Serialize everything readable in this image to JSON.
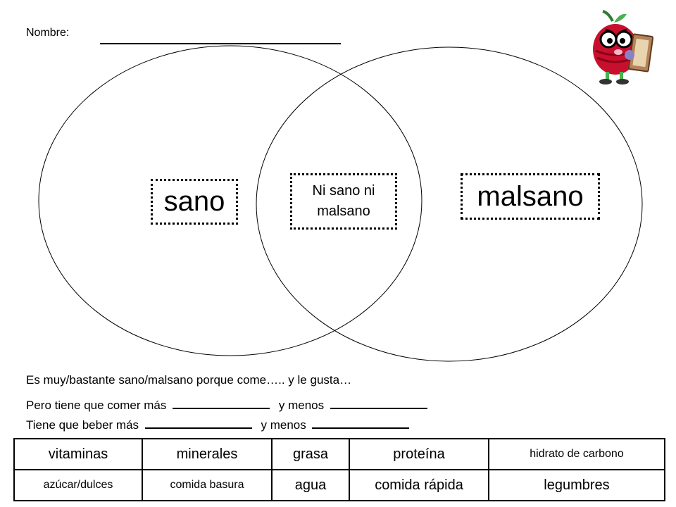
{
  "header": {
    "name_label": "Nombre:"
  },
  "venn": {
    "left_label": "sano",
    "middle_label": "Ni sano ni malsano",
    "right_label": "malsano"
  },
  "sentences": {
    "line1": "Es muy/bastante sano/malsano porque come….. y le gusta…",
    "line2_a": "Pero tiene que comer más",
    "line2_b": "y menos",
    "line3_a": "Tiene que beber más",
    "line3_b": "y menos"
  },
  "word_table": {
    "rows": [
      [
        "vitaminas",
        "minerales",
        "grasa",
        "proteína",
        "hidrato de carbono"
      ],
      [
        "azúcar/dulces",
        "comida basura",
        "agua",
        "comida rápida",
        "legumbres"
      ]
    ]
  },
  "colors": {
    "text": "#000000",
    "background": "#ffffff",
    "apple_red": "#c8102e"
  }
}
